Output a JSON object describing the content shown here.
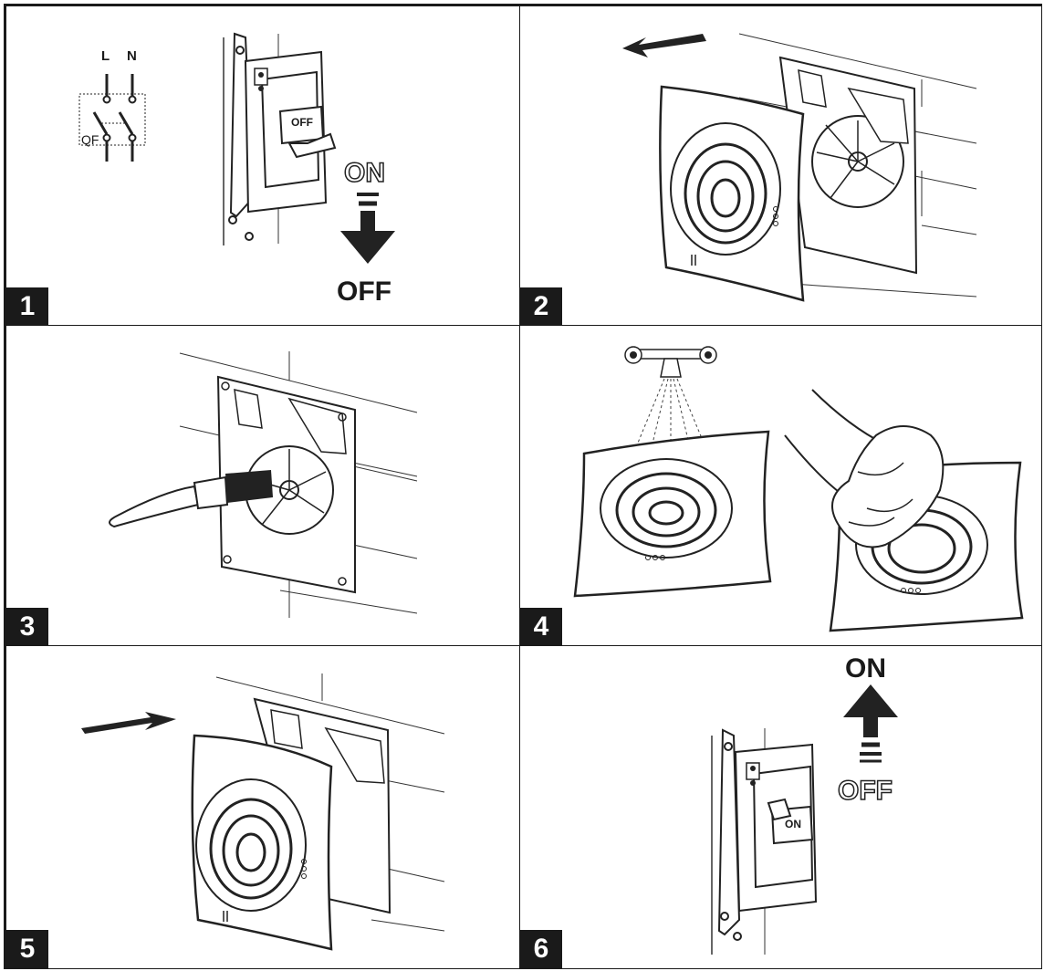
{
  "panels": [
    {
      "number": "1",
      "switch": {
        "L": "L",
        "N": "N",
        "QF": "QF",
        "breaker_label": "OFF",
        "from": "ON",
        "to": "OFF"
      }
    },
    {
      "number": "2"
    },
    {
      "number": "3"
    },
    {
      "number": "4"
    },
    {
      "number": "5"
    },
    {
      "number": "6",
      "switch": {
        "breaker_label": "ON",
        "to": "ON",
        "from": "OFF"
      }
    }
  ],
  "colors": {
    "line": "#1a1a1a",
    "fill": "#ffffff",
    "panel_bg": "#ffffff",
    "wall": "#333333"
  }
}
